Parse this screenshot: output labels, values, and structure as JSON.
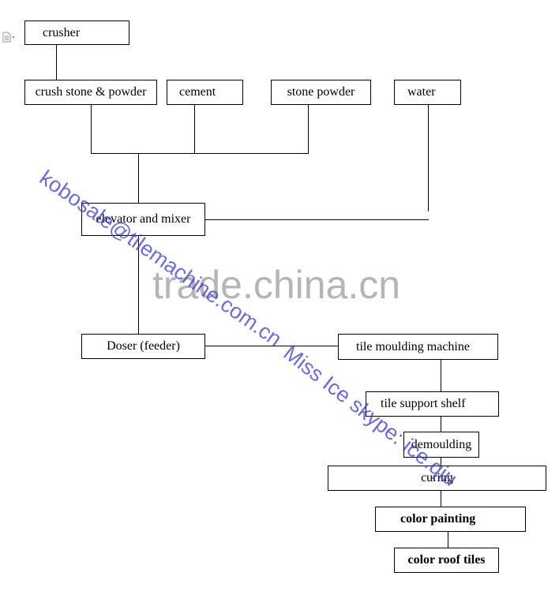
{
  "nodes": {
    "crusher": "crusher",
    "crush_stone": "crush stone & powder",
    "cement": "cement",
    "stone_powder": "stone powder",
    "water": "water",
    "elevator_mixer": "elevator and mixer",
    "doser": "Doser (feeder)",
    "tile_moulding": "tile moulding machine",
    "tile_support": "tile support shelf",
    "demoulding": "demoulding",
    "curing": "curing",
    "color_painting": "color painting",
    "color_roof_tiles": "color roof tiles"
  },
  "watermarks": {
    "site": "trade.china.cn",
    "email": "kobosale@tilemachine.com.cn",
    "skype": "Miss Ice skype: ice.qiu"
  },
  "icons": {
    "document": "document-icon"
  }
}
